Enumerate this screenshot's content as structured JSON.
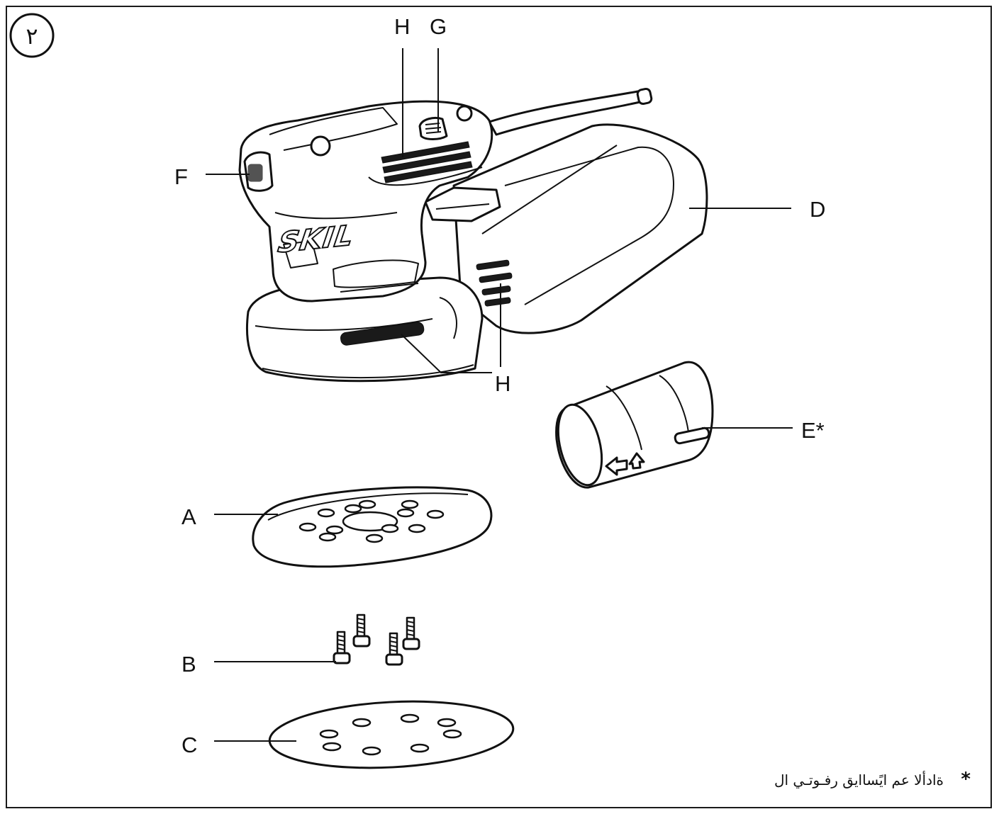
{
  "figure": {
    "number": "٢",
    "brand_logo": "SKIL"
  },
  "callouts": {
    "A": "A",
    "B": "B",
    "C": "C",
    "D": "D",
    "E": "E*",
    "F": "F",
    "G": "G",
    "H_top": "H",
    "H_bottom": "H"
  },
  "footnote": {
    "marker": "*",
    "text": "ةادألا عم ايًساايق رفـوتـي ال"
  },
  "colors": {
    "line": "#111111",
    "background": "#ffffff"
  }
}
